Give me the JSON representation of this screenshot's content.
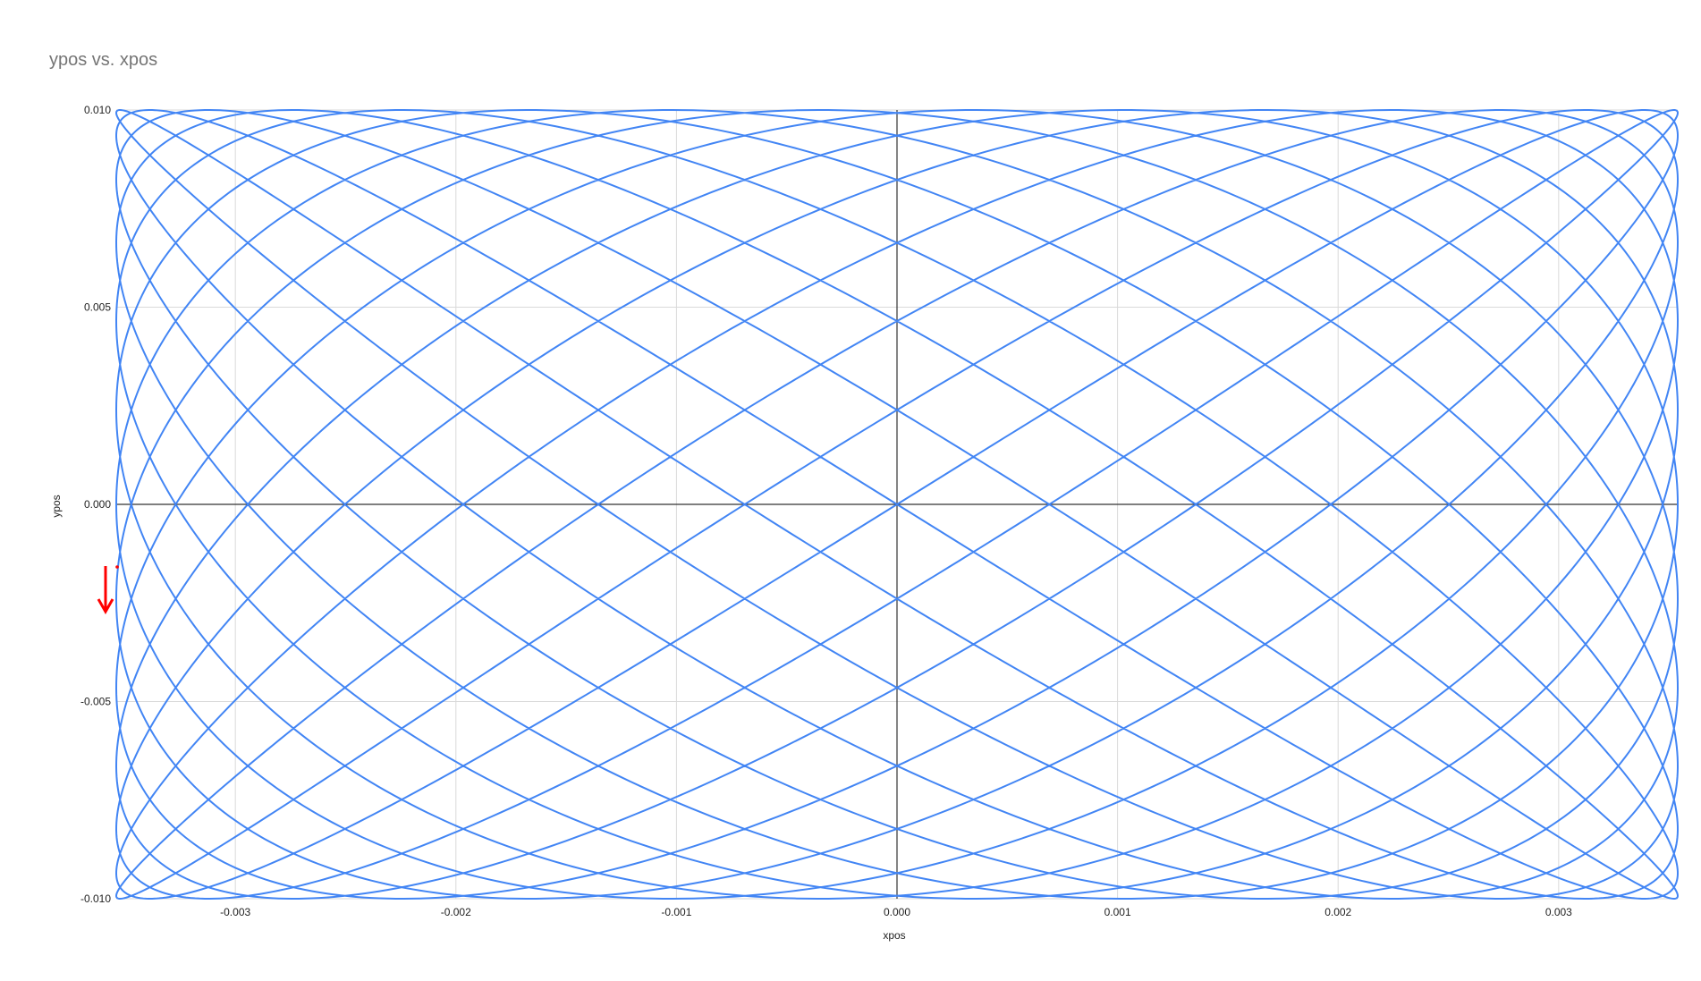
{
  "chart_data": {
    "type": "line",
    "title": "ypos vs. xpos",
    "xlabel": "xpos",
    "ylabel": "ypos",
    "xlim": [
      -0.00354,
      0.00354
    ],
    "ylim": [
      -0.01,
      0.01
    ],
    "x_ticks": [
      "-0.003",
      "-0.002",
      "-0.001",
      "0.000",
      "0.001",
      "0.002",
      "0.003"
    ],
    "x_tick_values": [
      -0.003,
      -0.002,
      -0.001,
      0.0,
      0.001,
      0.002,
      0.003
    ],
    "y_ticks": [
      "0.010",
      "0.005",
      "0.000",
      "-0.005",
      "-0.010"
    ],
    "y_tick_values": [
      0.01,
      0.005,
      0.0,
      -0.005,
      -0.01
    ],
    "grid": true,
    "legend": "none",
    "series": [
      {
        "color": "#4285f4",
        "curve": "closed Lissajous-like figure",
        "x_amplitude": 0.00354,
        "x_center": 0.0,
        "y_amplitude": 0.01,
        "x_frequency": 13,
        "y_frequency": 16,
        "phase": 1.5708,
        "points": [
          [
            -0.00354,
            -0.0018
          ],
          [
            -0.00348,
            -0.0063
          ],
          [
            -0.00312,
            -0.0098
          ],
          [
            -0.0022,
            -0.0099
          ],
          [
            -0.0012,
            -0.0086
          ],
          [
            -0.00108,
            0.0
          ],
          [
            0.0,
            0.0089
          ],
          [
            0.0025,
            0.01
          ],
          [
            0.0035,
            0.0099
          ],
          [
            0.0034,
            0.0
          ],
          [
            0.0035,
            -0.0099
          ],
          [
            0.00283,
            0.0
          ],
          [
            0.0,
            -0.0089
          ],
          [
            -0.00108,
            0.0
          ],
          [
            -0.00324,
            0.0
          ],
          [
            -0.00354,
            0.0099
          ]
        ]
      }
    ]
  },
  "colors": {
    "series": "#4285f4",
    "gridline": "#d9d9d9",
    "zero_line": "#333333",
    "annotation_arrow": "#ff0000"
  },
  "annotation": {
    "icon": "red-down-arrow-icon"
  }
}
